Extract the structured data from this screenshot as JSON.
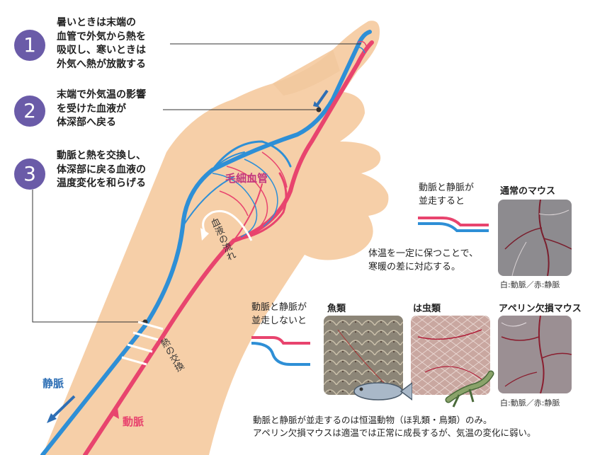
{
  "callouts": [
    {
      "number": "1",
      "text": "暑いときは末端の\n血管で外気から熱を\n吸収し、寒いときは\n外気へ熱が放散する"
    },
    {
      "number": "2",
      "text": "末端で外気温の影響\nを受けた血液が\n体深部へ戻る"
    },
    {
      "number": "3",
      "text": "動脈と熱を交換し、\n体深部に戻る血液の\n温度変化を和らげる"
    }
  ],
  "labels": {
    "capillary": "毛細血管",
    "blood_flow": "血液の流れ",
    "heat_exchange": "熱の交換",
    "vein": "静脈",
    "artery": "動脈"
  },
  "parallel": {
    "heading": "動脈と静脈が\n並走すると",
    "desc": "体温を一定に保つことで、\n寒暖の差に対応する。",
    "photo_title": "通常のマウス",
    "caption": "白:動脈／赤:静脈"
  },
  "nonparallel": {
    "heading": "動脈と静脈が\n並走しないと",
    "fish": "魚類",
    "reptile": "は虫類",
    "mouse": "アペリン欠損マウス",
    "caption": "白:動脈／赤:静脈"
  },
  "footer": [
    "動脈と静脈が並走するのは恒温動物（ほ乳類・鳥類）のみ。",
    "アペリン欠損マウスは適温では正常に成長するが、気温の変化に弱い。"
  ],
  "colors": {
    "skin": "#f6cfa8",
    "vein": "#2e8fd6",
    "artery": "#e8446e",
    "badge": "#6a5ba8",
    "capillary_text": "#c2387e"
  }
}
